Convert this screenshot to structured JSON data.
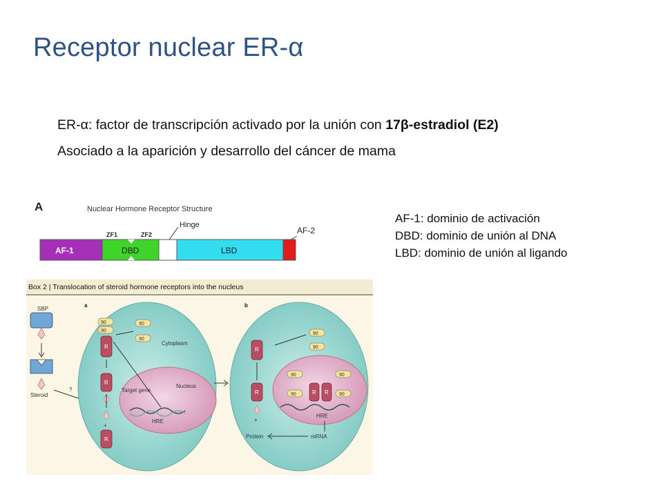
{
  "slide": {
    "title": "Receptor nuclear ER-α",
    "bullet1_prefix": "ER-α: factor de transcripción activado por la unión con ",
    "bullet1_bold": "17β-estradiol (E2)",
    "bullet2": "Asociado a la aparición y desarrollo del cáncer de mama"
  },
  "legend": {
    "af1": "AF-1: dominio de activación",
    "dbd": "DBD: dominio de unión al DNA",
    "lbd": "LBD: dominio de unión al ligando"
  },
  "figure_a": {
    "panel_letter": "A",
    "title": "Nuclear Hormone Receptor Structure",
    "labels": {
      "af1": "AF-1",
      "dbd": "DBD",
      "lbd": "LBD",
      "zf1": "ZF1",
      "zf2": "ZF2",
      "hinge": "Hinge",
      "af2": "AF-2"
    },
    "colors": {
      "af1": "#a52fb7",
      "dbd": "#3ed42a",
      "hinge": "#ffffff",
      "lbd": "#33ddef",
      "af2": "#e21b1b"
    }
  },
  "figure_b": {
    "box_title": "Box 2 | Translocation of steroid hormone receptors into the nucleus",
    "panel_a": "a",
    "panel_b": "b",
    "labels": {
      "sbp": "SBP",
      "steroid": "Steroid",
      "question": "?",
      "cytoplasm": "Cytoplasm",
      "nucleus": "Nucleus",
      "target_gene": "Target gene",
      "hre": "HRE",
      "protein": "Protein",
      "mrna": "mRNA",
      "hsp": "90",
      "receptor": "R",
      "plus": "+"
    }
  }
}
